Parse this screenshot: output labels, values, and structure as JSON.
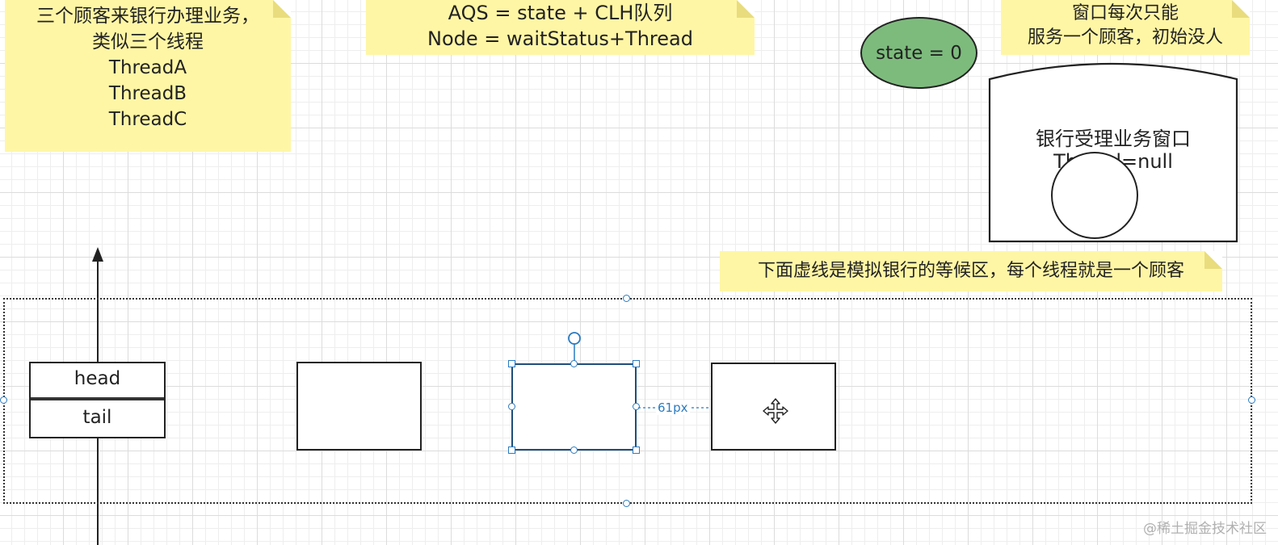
{
  "notes": {
    "customers": {
      "lines": [
        "三个顾客来银行办理业务，",
        "类似三个线程",
        "ThreadA",
        "ThreadB",
        "ThreadC"
      ]
    },
    "aqs": {
      "line1": "AQS = state + CLH队列",
      "line2": "Node = waitStatus+Thread"
    },
    "window": {
      "line1": "窗口每次只能",
      "line2": "服务一个顾客，初始没人"
    },
    "waiting_area": {
      "text": "下面虚线是模拟银行的等候区，每个线程就是一个顾客"
    }
  },
  "state_ellipse": {
    "label": "state = 0",
    "color": "#7dbb7d"
  },
  "bank_window": {
    "title": "银行受理业务窗口",
    "thread_label": "Thread=null"
  },
  "queue": {
    "head_label": "head",
    "tail_label": "tail"
  },
  "selection": {
    "distance_label": "61px"
  },
  "watermark": "@稀土掘金技术社区",
  "colors": {
    "note_bg": "#fff6a5",
    "selection": "#2a7bc0",
    "state_fill": "#7dbb7d"
  },
  "icons": {
    "move_cursor": "move-cursor-icon"
  }
}
